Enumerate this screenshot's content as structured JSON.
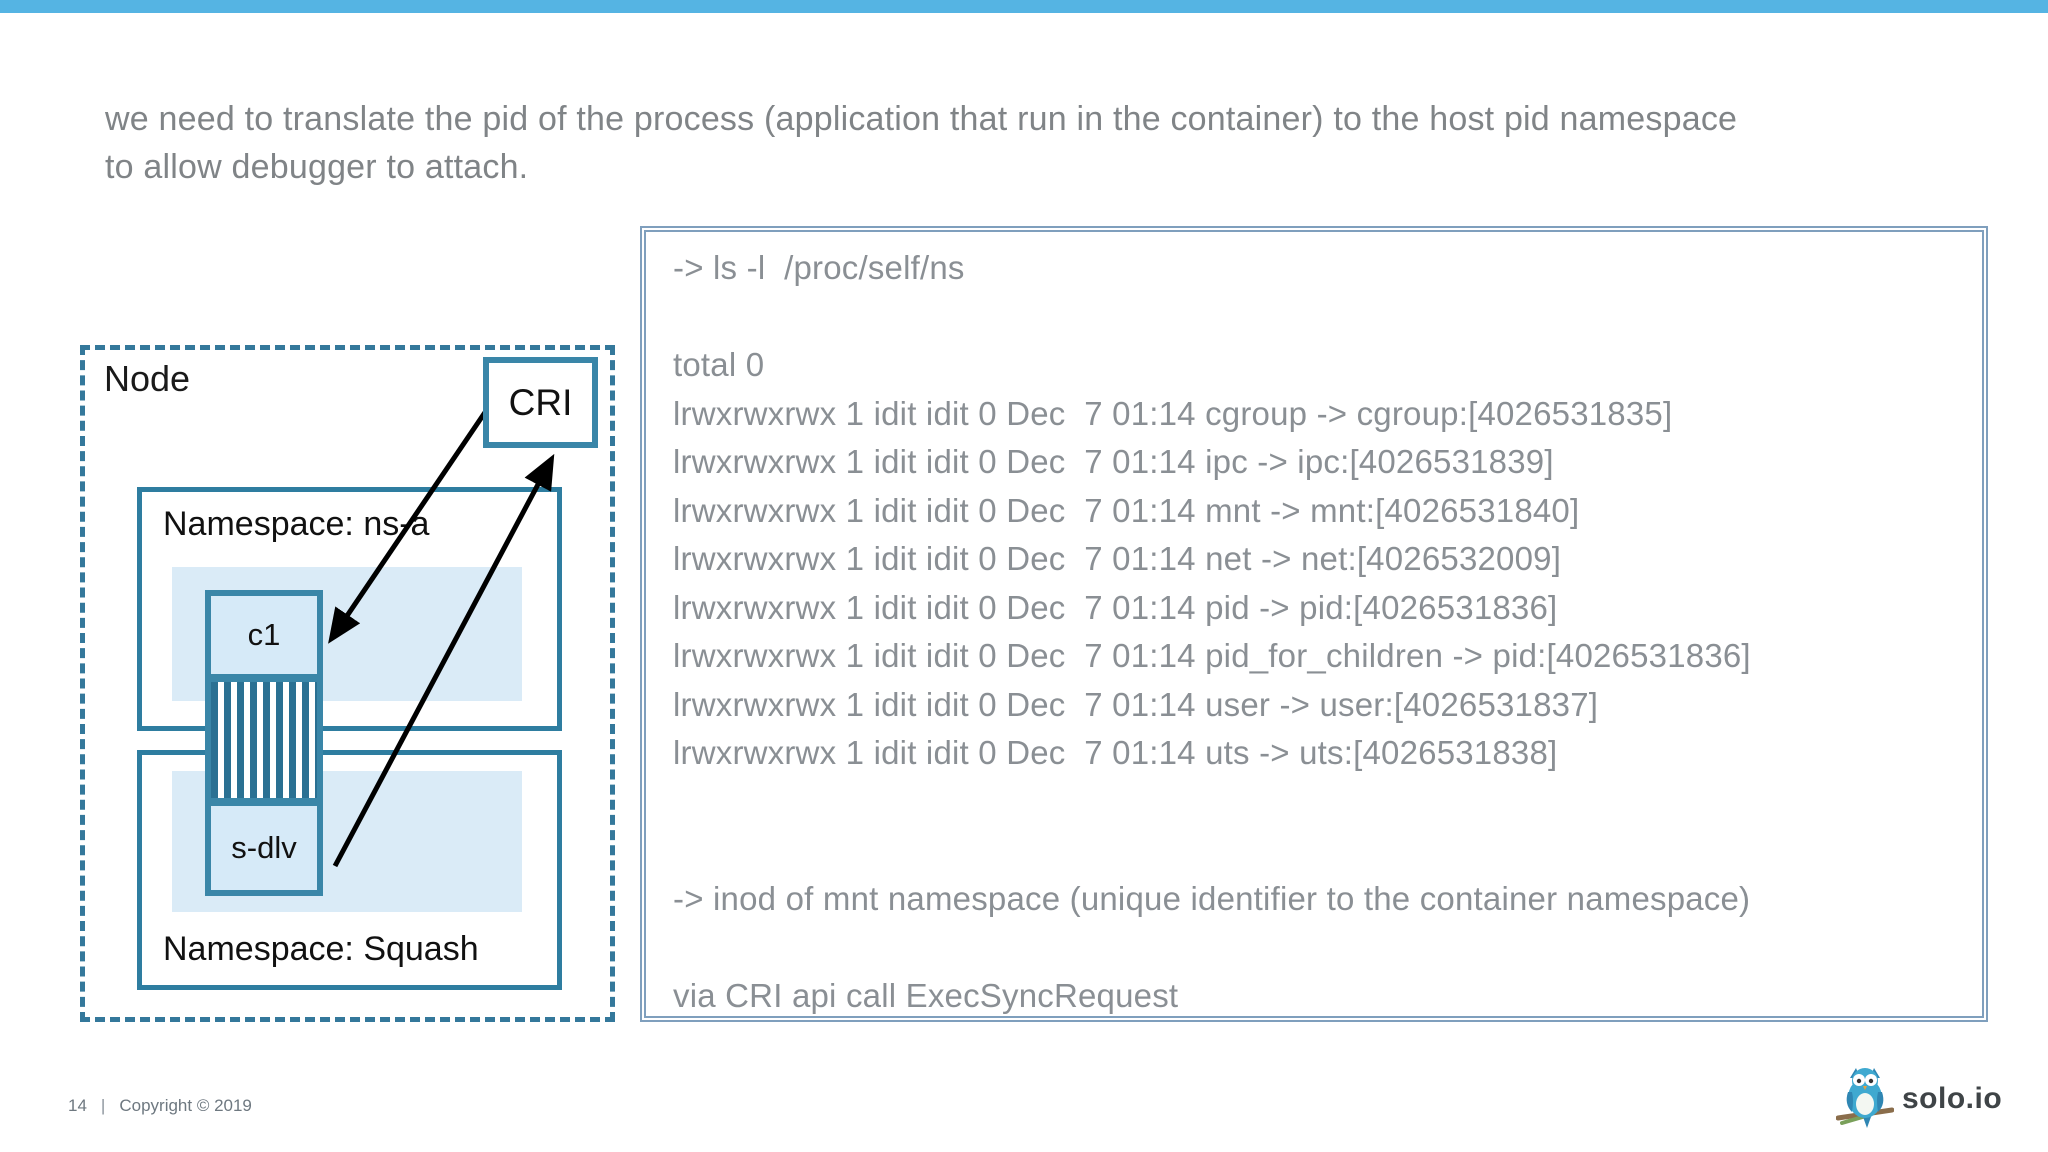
{
  "header": {
    "line1": "we need to translate the pid of the process (application that run in the container) to the host pid namespace",
    "line2": "to allow debugger to attach."
  },
  "diagram": {
    "node_label": "Node",
    "cri_label": "CRI",
    "namespace_a_label": "Namespace: ns-a",
    "container_label": "c1",
    "sidecar_label": "s-dlv",
    "namespace_squash_label": "Namespace: Squash"
  },
  "terminal": {
    "lines": [
      "-> ls -l  /proc/self/ns",
      "",
      "total 0",
      "lrwxrwxrwx 1 idit idit 0 Dec  7 01:14 cgroup -> cgroup:[4026531835]",
      "lrwxrwxrwx 1 idit idit 0 Dec  7 01:14 ipc -> ipc:[4026531839]",
      "lrwxrwxrwx 1 idit idit 0 Dec  7 01:14 mnt -> mnt:[4026531840]",
      "lrwxrwxrwx 1 idit idit 0 Dec  7 01:14 net -> net:[4026532009]",
      "lrwxrwxrwx 1 idit idit 0 Dec  7 01:14 pid -> pid:[4026531836]",
      "lrwxrwxrwx 1 idit idit 0 Dec  7 01:14 pid_for_children -> pid:[4026531836]",
      "lrwxrwxrwx 1 idit idit 0 Dec  7 01:14 user -> user:[4026531837]",
      "lrwxrwxrwx 1 idit idit 0 Dec  7 01:14 uts -> uts:[4026531838]",
      "",
      "",
      "-> inod of mnt namespace (unique identifier to the container namespace)",
      "",
      "via CRI api call ExecSyncRequest"
    ]
  },
  "footer": {
    "page_number": "14",
    "separator": "|",
    "copyright": "Copyright © 2019",
    "logo_text": "solo.io"
  },
  "colors": {
    "top_bar": "#55b4e3",
    "diagram_border_teal": "#2e7da0",
    "diagram_fill_light": "#daebf7",
    "terminal_border": "#7f9fbd",
    "terminal_text": "#8a8f94",
    "header_text": "#808487",
    "arrow": "#000000"
  }
}
